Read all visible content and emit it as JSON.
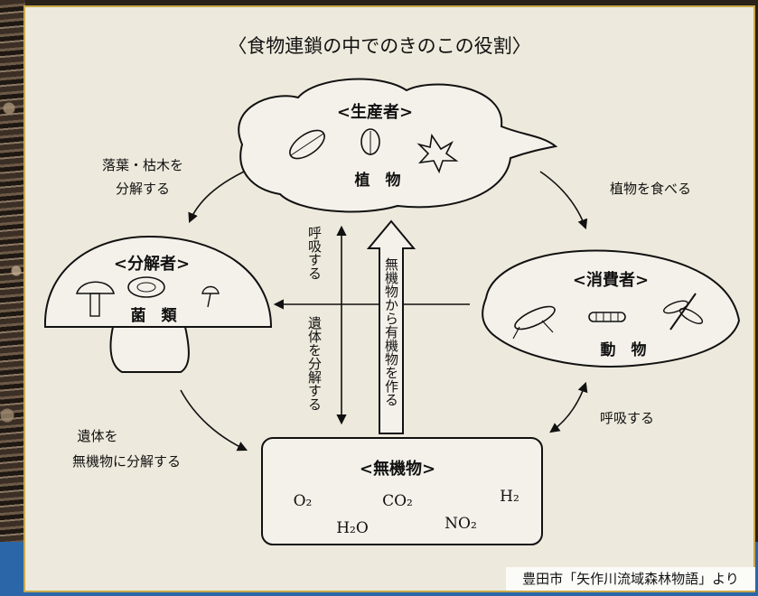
{
  "title": "〈食物連鎖の中でのきのこの役割〉",
  "producer": {
    "heading": "<生産者>",
    "label": "植　物"
  },
  "consumer": {
    "heading": "<消費者>",
    "label": "動　物"
  },
  "decomposer": {
    "heading": "<分解者>",
    "label": "菌　類"
  },
  "inorganic": {
    "heading": "<無機物>",
    "formulas": [
      "O₂",
      "CO₂",
      "H₂",
      "H₂O",
      "NO₂"
    ]
  },
  "arrows": {
    "fallen_leaves": [
      "落葉・枯木を",
      "分解する"
    ],
    "eat_plants": "植物を食べる",
    "respiration_consumer": "呼吸する",
    "respiration_vertical": "呼吸する",
    "decompose_remains_vertical": "遺体を分解する",
    "remains_to_inorganic": [
      "遺体を",
      "無機物に分解する"
    ],
    "make_organic": "無機物から有機物を作る"
  },
  "credit": "豊田市「矢作川流域森林物語」より"
}
